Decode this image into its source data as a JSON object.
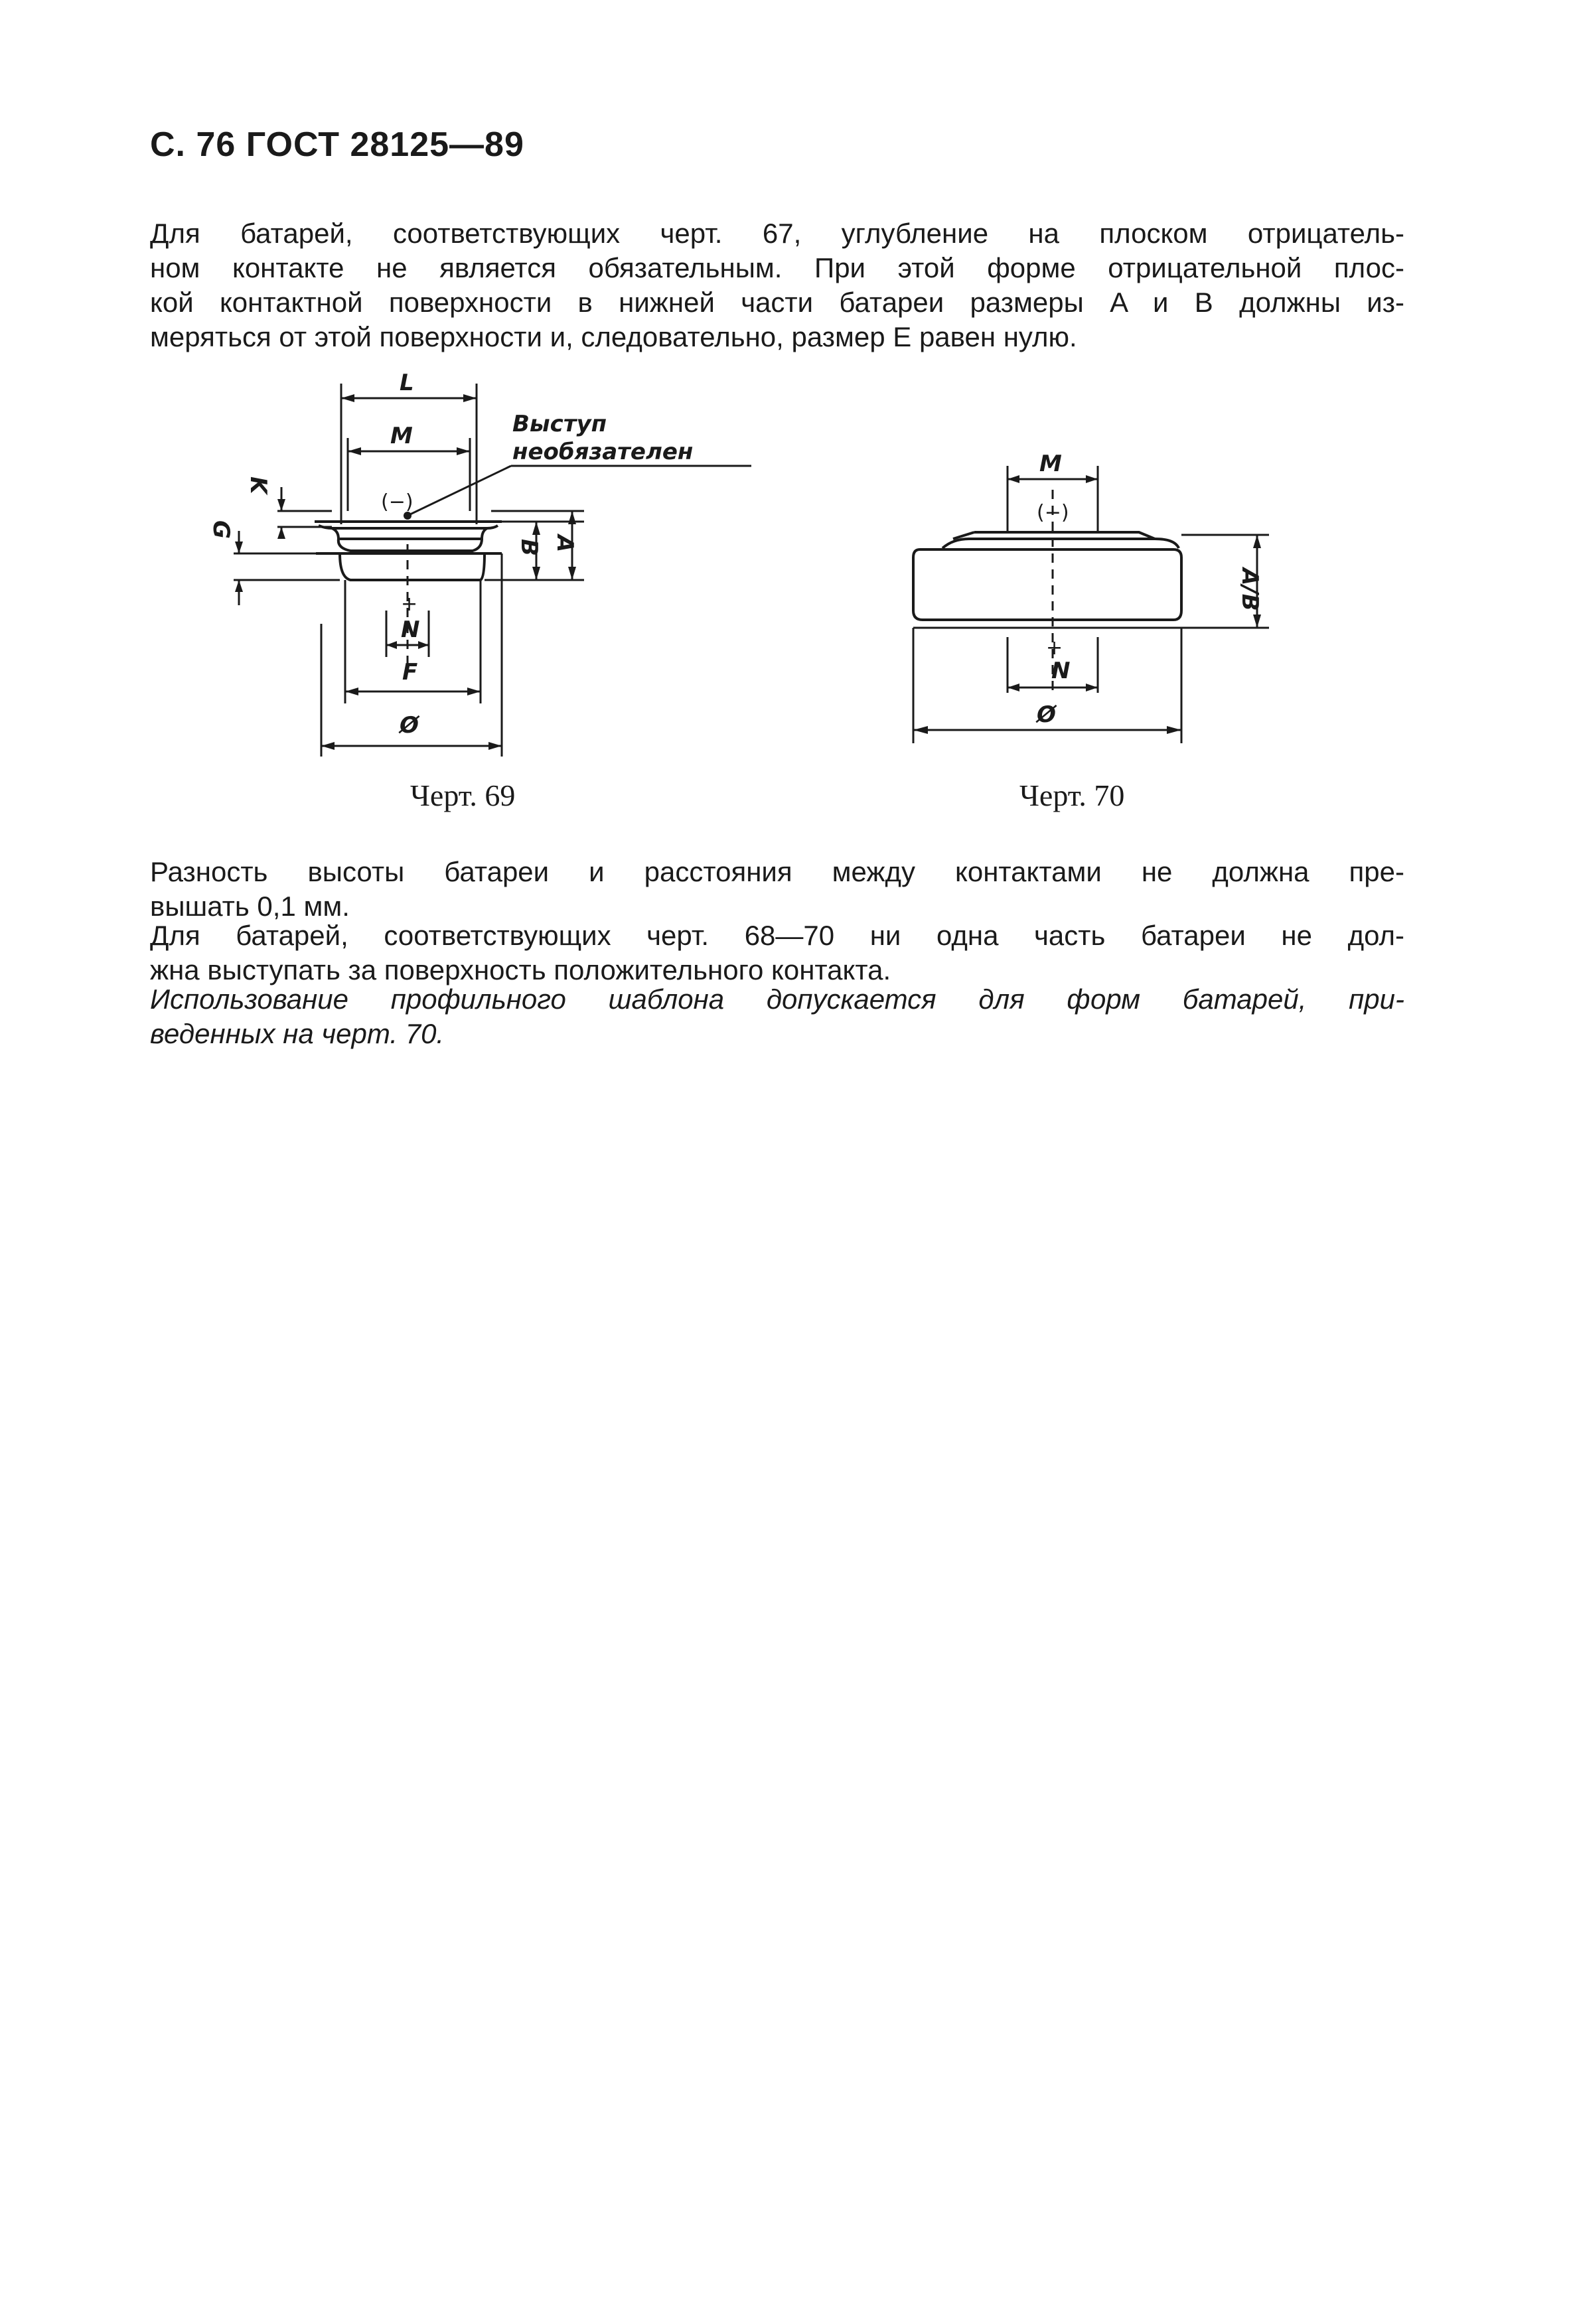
{
  "header": "С. 76 ГОСТ 28125—89",
  "paragraph1": [
    "Для батарей, соответствующих черт. 67, углубление на плоском отрицатель-",
    "ном контакте не является обязательным. При этой форме отрицательной плос-",
    "кой контактной поверхности в нижней части батареи размеры A и B должны из-",
    "меряться от этой поверхности и, следовательно, размер E равен нулю."
  ],
  "figure69": {
    "caption": "Черт. 69",
    "labels": {
      "L": "L",
      "M": "M",
      "K": "K",
      "G": "G",
      "B": "B",
      "A": "A",
      "N": "N",
      "F": "F",
      "diameter": "Ø",
      "minus": "(−)",
      "plus": "+",
      "note_line1": "Выступ",
      "note_line2": "необязателен"
    }
  },
  "figure70": {
    "caption": "Черт. 70",
    "labels": {
      "M": "M",
      "minus": "(−)",
      "AB": "A/B",
      "plus": "+",
      "N": "N",
      "diameter": "Ø"
    }
  },
  "paragraph2": [
    "Разность высоты батареи и расстояния между контактами не должна пре-",
    "вышать 0,1 мм."
  ],
  "paragraph3": [
    "Для батарей, соответствующих черт. 68—70 ни одна часть батареи не дол-",
    "жна выступать за поверхность положительного контакта."
  ],
  "paragraph4": [
    "Использование профильного шаблона допускается для форм батарей, при-",
    "веденных на черт. 70."
  ]
}
